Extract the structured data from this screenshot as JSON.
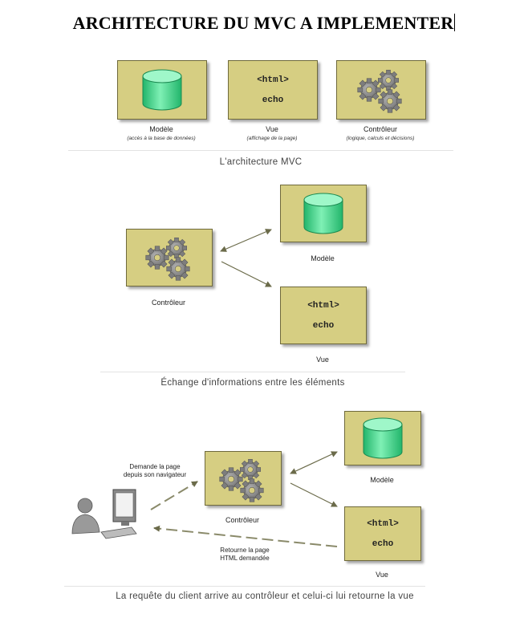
{
  "title": "ARCHITECTURE DU MVC A IMPLEMENTER",
  "section1": {
    "model": {
      "label": "Modèle",
      "sub": "(accès à la base de données)"
    },
    "view": {
      "code1": "<html>",
      "code2": "echo",
      "label": "Vue",
      "sub": "(affichage de la page)"
    },
    "controller": {
      "label": "Contrôleur",
      "sub": "(logique, calculs et décisions)"
    },
    "caption": "L'architecture MVC"
  },
  "section2": {
    "model_label": "Modèle",
    "view_code1": "<html>",
    "view_code2": "echo",
    "view_label": "Vue",
    "controller_label": "Contrôleur",
    "caption": "Échange d'informations entre les éléments"
  },
  "section3": {
    "request_line1": "Demande la page",
    "request_line2": "depuis son navigateur",
    "controller_label": "Contrôleur",
    "model_label": "Modèle",
    "view_code1": "<html>",
    "view_code2": "echo",
    "view_label": "Vue",
    "return_line1": "Retourne la page",
    "return_line2": "HTML demandée",
    "caption": "La requête du client arrive au contrôleur et celui-ci lui retourne la vue"
  },
  "colors": {
    "box": "#d6ce82",
    "cylinder": "#37d68a",
    "gear": "#8a8a8a",
    "arrow": "#6b6b4a"
  }
}
